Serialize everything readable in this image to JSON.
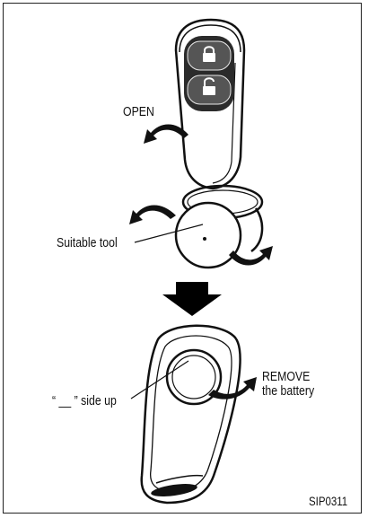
{
  "labels": {
    "open": "OPEN",
    "suitable_tool": "Suitable tool",
    "side_up": "“ __ ” side up",
    "remove_line1": "REMOVE",
    "remove_line2": "the battery",
    "figure_code": "SIP0311"
  },
  "icons": {
    "lock": "lock-icon",
    "unlock": "unlock-icon",
    "step_arrow": "down-arrow-icon"
  }
}
